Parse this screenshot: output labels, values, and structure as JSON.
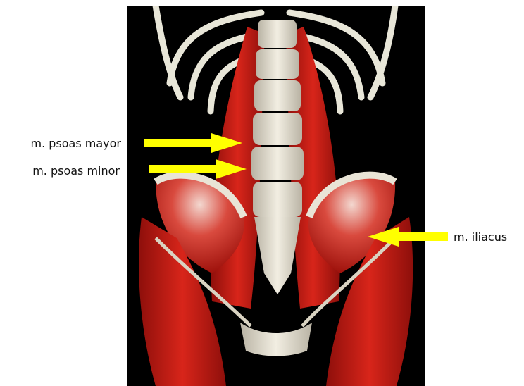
{
  "labels": {
    "psoas_major": "m. psoas mayor",
    "psoas_minor": "m. psoas minor",
    "iliacus": "m. iliacus"
  },
  "colors": {
    "arrow": "#ffff00",
    "muscle": "#c41c14",
    "bone": "#e9e4d6",
    "background": "#000000",
    "page": "#ffffff"
  }
}
